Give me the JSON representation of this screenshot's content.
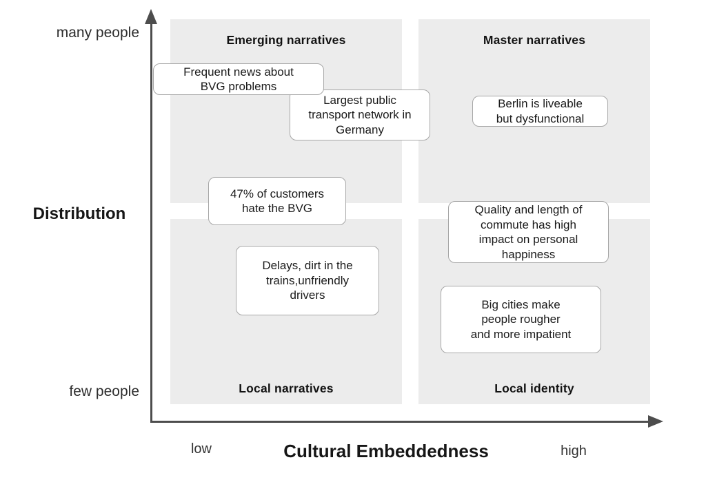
{
  "diagram": {
    "y_axis": {
      "label": "Distribution",
      "max_label": "many people",
      "min_label": "few people"
    },
    "x_axis": {
      "label": "Cultural Embeddedness",
      "min_label": "low",
      "max_label": "high"
    },
    "quadrants": {
      "top_left": {
        "label": "Emerging narratives"
      },
      "top_right": {
        "label": "Master narratives"
      },
      "bottom_left": {
        "label": "Local narratives"
      },
      "bottom_right": {
        "label": "Local identity"
      }
    },
    "notes": [
      {
        "name": "frequent-news",
        "text": "Frequent news about\nBVG problems"
      },
      {
        "name": "largest-network",
        "text": "Largest public\ntransport network in\nGermany"
      },
      {
        "name": "berlin-liveable",
        "text": "Berlin is liveable\nbut dysfunctional"
      },
      {
        "name": "customers-hate",
        "text": "47% of customers\nhate the BVG"
      },
      {
        "name": "quality-commute",
        "text": "Quality and length of\ncommute has high\nimpact on personal\nhappiness"
      },
      {
        "name": "delays-dirt",
        "text": "Delays, dirt in the\ntrains,unfriendly\ndrivers"
      },
      {
        "name": "big-cities",
        "text": "Big cities make\npeople rougher\nand more impatient"
      }
    ],
    "colors": {
      "background": "#ffffff",
      "quadrant_panel": "#ececec",
      "axis": "#4d4d4d",
      "note_background": "#ffffff",
      "note_border": "#a6a6a6",
      "text": "#1a1a1a"
    }
  }
}
